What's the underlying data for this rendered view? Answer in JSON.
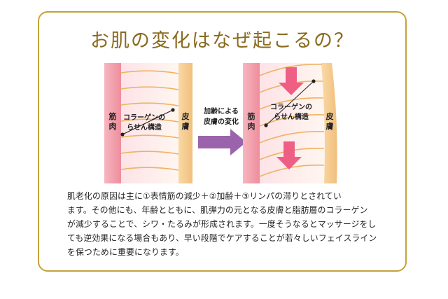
{
  "title": "お肌の変化はなぜ起こるの？",
  "diagram": {
    "before": {
      "muscle_label": [
        "筋",
        "肉"
      ],
      "skin_label": [
        "皮",
        "膚"
      ],
      "collagen_label": [
        "コラーゲンの",
        "らせん構造"
      ]
    },
    "transition": [
      "加齢による",
      "皮膚の変化"
    ],
    "after": {
      "muscle_label": [
        "筋",
        "肉"
      ],
      "skin_label": [
        "皮",
        "膚"
      ],
      "collagen_label": [
        "コラーゲンの",
        "らせん構造"
      ]
    },
    "colors": {
      "muscle": "#ee8d9c",
      "skin": "#f3c78a",
      "collagen_line": "#f0b262",
      "pink_arrow": "#ef5f85",
      "purple_arrow": "#9c63ad"
    }
  },
  "body": [
    "肌老化の原因は主に①表情筋の減少＋②加齢＋③リンパの滞りとされてい",
    "ます。その他にも、年齢とともに、肌弾力の元となる皮膚と脂肪層のコラーゲン",
    "が減少することで、シワ・たるみが形成されます。一度そうなるとマッサージをし",
    "ても逆効果になる場合もあり、早い段階でケアすることが若々しいフェイスライン",
    "を保つために重要になります。"
  ],
  "accent_color": "#c4a33a"
}
